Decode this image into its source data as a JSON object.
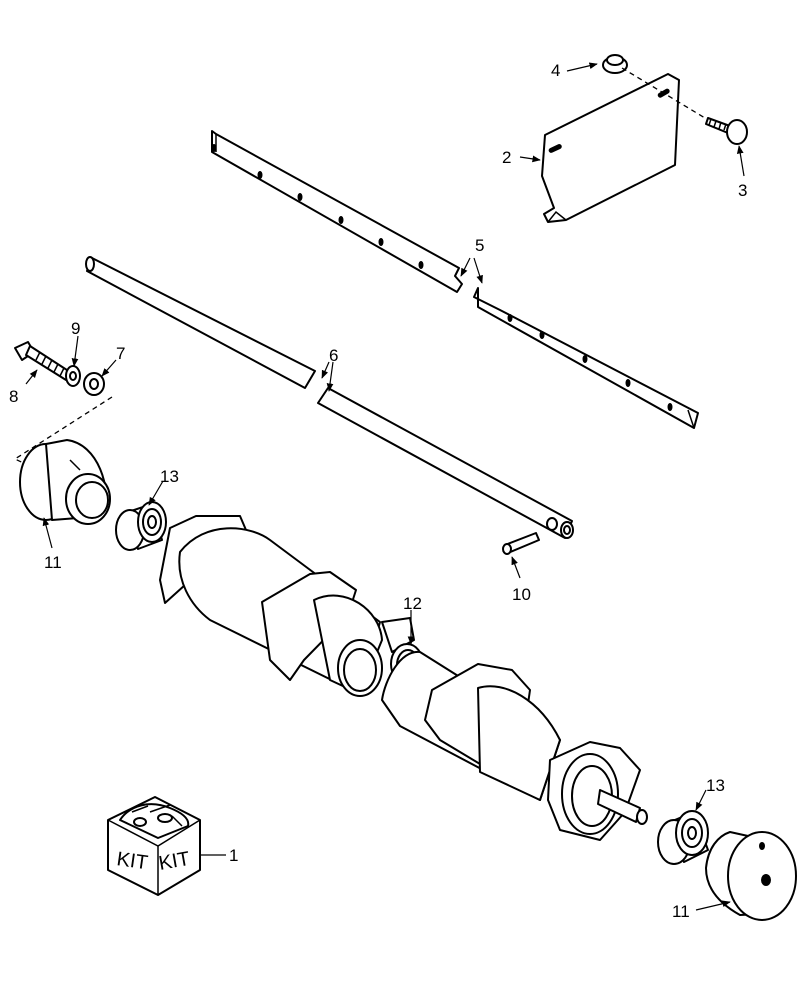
{
  "callouts": [
    {
      "id": "1",
      "label": "1"
    },
    {
      "id": "2",
      "label": "2"
    },
    {
      "id": "3",
      "label": "3"
    },
    {
      "id": "4",
      "label": "4"
    },
    {
      "id": "5",
      "label": "5"
    },
    {
      "id": "6",
      "label": "6"
    },
    {
      "id": "7",
      "label": "7"
    },
    {
      "id": "8",
      "label": "8"
    },
    {
      "id": "9",
      "label": "9"
    },
    {
      "id": "10",
      "label": "10"
    },
    {
      "id": "11a",
      "label": "11"
    },
    {
      "id": "11b",
      "label": "11"
    },
    {
      "id": "12",
      "label": "12"
    },
    {
      "id": "13a",
      "label": "13"
    },
    {
      "id": "13b",
      "label": "13"
    }
  ],
  "kit_box": {
    "face_left": "KIT",
    "face_right": "KIT"
  }
}
